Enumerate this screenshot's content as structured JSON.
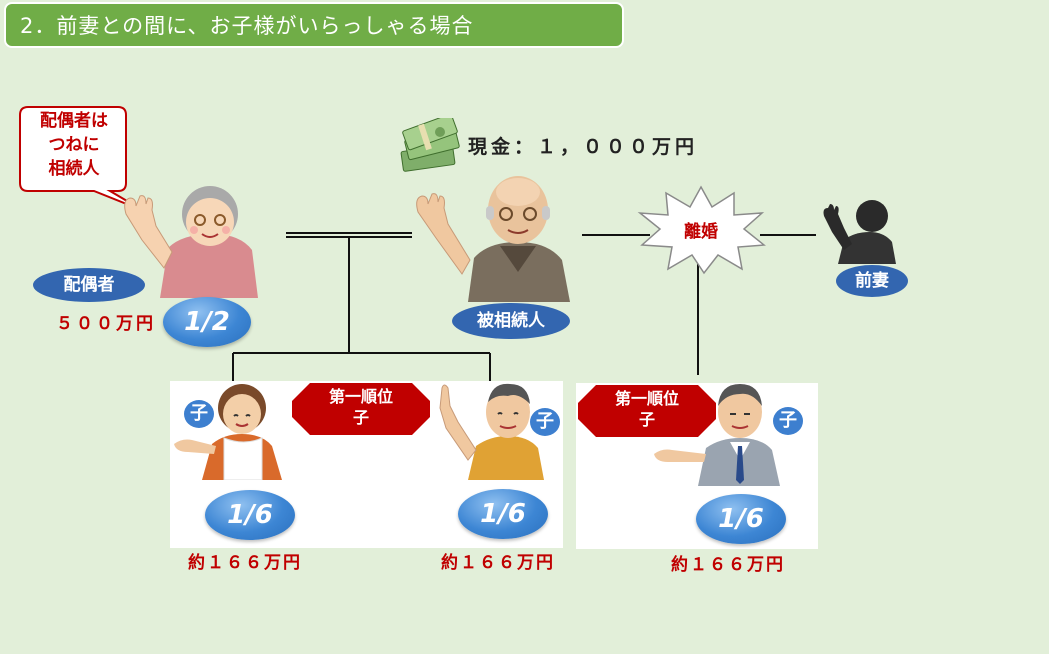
{
  "header": {
    "title": "2．前妻との間に、お子様がいらっしゃる場合"
  },
  "callout": {
    "line1": "配偶者は",
    "line2": "つねに",
    "line3": "相続人"
  },
  "cash": {
    "label": "現金：１，０００万円"
  },
  "spouse": {
    "label": "配偶者",
    "amount": "５００万円",
    "share": "1/2"
  },
  "deceased": {
    "label": "被相続人"
  },
  "divorce": {
    "label": "離婚"
  },
  "ex_wife": {
    "label": "前妻"
  },
  "children": [
    {
      "chip": "子",
      "share": "1/6",
      "amount": "約１６６万円"
    },
    {
      "chip": "子",
      "share": "1/6",
      "amount": "約１６６万円"
    },
    {
      "chip": "子",
      "share": "1/6",
      "amount": "約１６６万円"
    }
  ],
  "rank_badge_a": {
    "line1": "第一順位",
    "line2": "子"
  },
  "rank_badge_b": {
    "line1": "第一順位",
    "line2": "子"
  },
  "colors": {
    "background": "#e2efd9",
    "title_bar": "#70ad47",
    "label_blue": "#3366b0",
    "rank_red": "#c00000",
    "amount_red": "#c00000"
  }
}
